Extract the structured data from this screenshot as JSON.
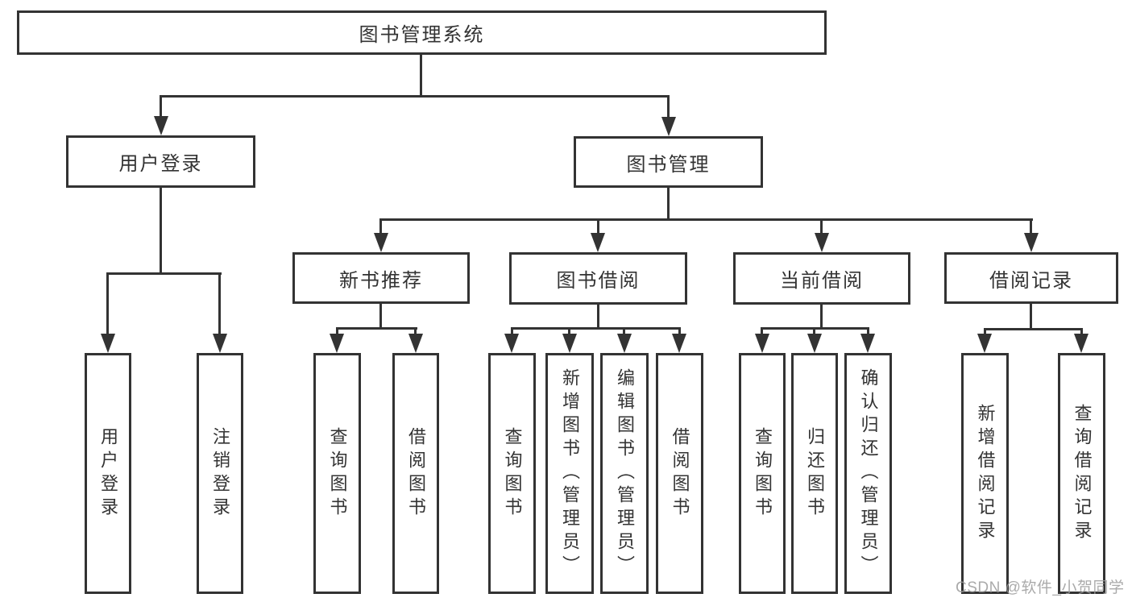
{
  "diagram": {
    "root": {
      "label": "图书管理系统"
    },
    "level2": [
      {
        "label": "用户登录"
      },
      {
        "label": "图书管理"
      }
    ],
    "level3": [
      {
        "label": "新书推荐"
      },
      {
        "label": "图书借阅"
      },
      {
        "label": "当前借阅"
      },
      {
        "label": "借阅记录"
      }
    ],
    "leaves": {
      "user_login": [
        {
          "label": "用户登录"
        },
        {
          "label": "注销登录"
        }
      ],
      "new_books": [
        {
          "label": "查询图书"
        },
        {
          "label": "借阅图书"
        }
      ],
      "book_borrow": [
        {
          "label": "查询图书"
        },
        {
          "label": "新增图书（管理员）"
        },
        {
          "label": "编辑图书（管理员）"
        },
        {
          "label": "借阅图书"
        }
      ],
      "current_borrow": [
        {
          "label": "查询图书"
        },
        {
          "label": "归还图书"
        },
        {
          "label": "确认归还（管理员）"
        }
      ],
      "borrow_records": [
        {
          "label": "新增借阅记录"
        },
        {
          "label": "查询借阅记录"
        }
      ]
    },
    "watermark": "CSDN @软件_小贺同学",
    "colors": {
      "line": "#333333",
      "text": "#333333",
      "watermark": "#9c9c9c",
      "background": "#ffffff"
    }
  }
}
